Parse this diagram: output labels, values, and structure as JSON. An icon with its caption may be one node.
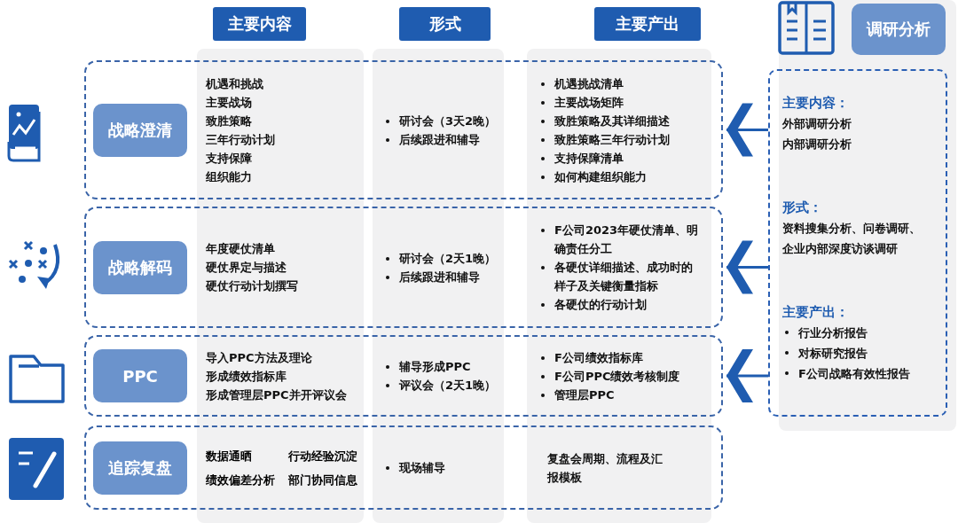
{
  "diagram": {
    "nodes": [
      {
        "text": [
          "主要内容"
        ]
      },
      {
        "text": [
          "形式"
        ]
      },
      {
        "text": [
          "主要产出"
        ]
      },
      {
        "text": [
          "调研分析"
        ]
      },
      {
        "text": [],
        "shape": "box"
      },
      {
        "text": [
          "战略澄清"
        ],
        "in": 4
      },
      {
        "text": [
          "机遇和挑战",
          "主要战场",
          "致胜策略",
          "三年行动计划",
          "支持保障",
          "组织能力"
        ],
        "in": 4
      },
      {
        "text": [
          "研讨会（3天2晚）",
          "后续跟进和辅导"
        ],
        "in": 4
      },
      {
        "text": [
          "机遇挑战清单",
          "主要战场矩阵",
          "致胜策略及其详细描述",
          "致胜策略三年行动计划",
          "支持保障清单",
          "如何构建组织能力"
        ],
        "in": 4
      },
      {
        "text": [],
        "shape": "box"
      },
      {
        "text": [
          "战略解码"
        ],
        "in": 9
      },
      {
        "text": [
          "年度硬仗清单",
          "硬仗界定与描述",
          "硬仗行动计划撰写"
        ],
        "in": 9
      },
      {
        "text": [
          "研讨会（2天1晚）",
          "后续跟进和辅导"
        ],
        "in": 9
      },
      {
        "text": [
          "F公司2023年硬仗清单、明确责任分工",
          "各硬仗详细描述、成功时的样子及关键衡量指标",
          "各硬仗的行动计划"
        ],
        "in": 9
      },
      {
        "text": [],
        "shape": "box"
      },
      {
        "text": [
          "PPC"
        ],
        "in": 14
      },
      {
        "text": [
          "导入PPC方法及理论",
          "形成绩效指标库",
          "形成管理层PPC并开评议会"
        ],
        "in": 14
      },
      {
        "text": [
          "辅导形成PPC",
          "评议会（2天1晚）"
        ],
        "in": 14
      },
      {
        "text": [
          "F公司绩效指标库",
          "F公司PPC绩效考核制度",
          "管理层PPC"
        ],
        "in": 14
      },
      {
        "text": [],
        "shape": "box"
      },
      {
        "text": [
          "追踪复盘"
        ],
        "in": 19
      },
      {
        "text": [
          "数据通晒",
          "行动经验沉淀",
          "绩效偏差分析",
          "部门协同信息"
        ],
        "in": 19
      },
      {
        "text": [
          "现场辅导"
        ],
        "in": 19
      },
      {
        "text": [
          "复盘会周期、流程及汇报模板"
        ],
        "in": 19
      },
      {
        "text": [
          "主要内容：",
          "外部调研分析",
          "内部调研分析",
          "形式：",
          "资料搜集分析、问卷调研、企业内部深度访谈调研",
          "主要产出：",
          "行业分析报告",
          "对标研究报告",
          "F公司战略有效性报告"
        ]
      }
    ],
    "edges": [
      {
        "from": 24,
        "to": 4,
        "arrow": "to"
      },
      {
        "from": 24,
        "to": 9,
        "arrow": "to"
      },
      {
        "from": 24,
        "to": 14,
        "arrow": "to"
      }
    ]
  }
}
